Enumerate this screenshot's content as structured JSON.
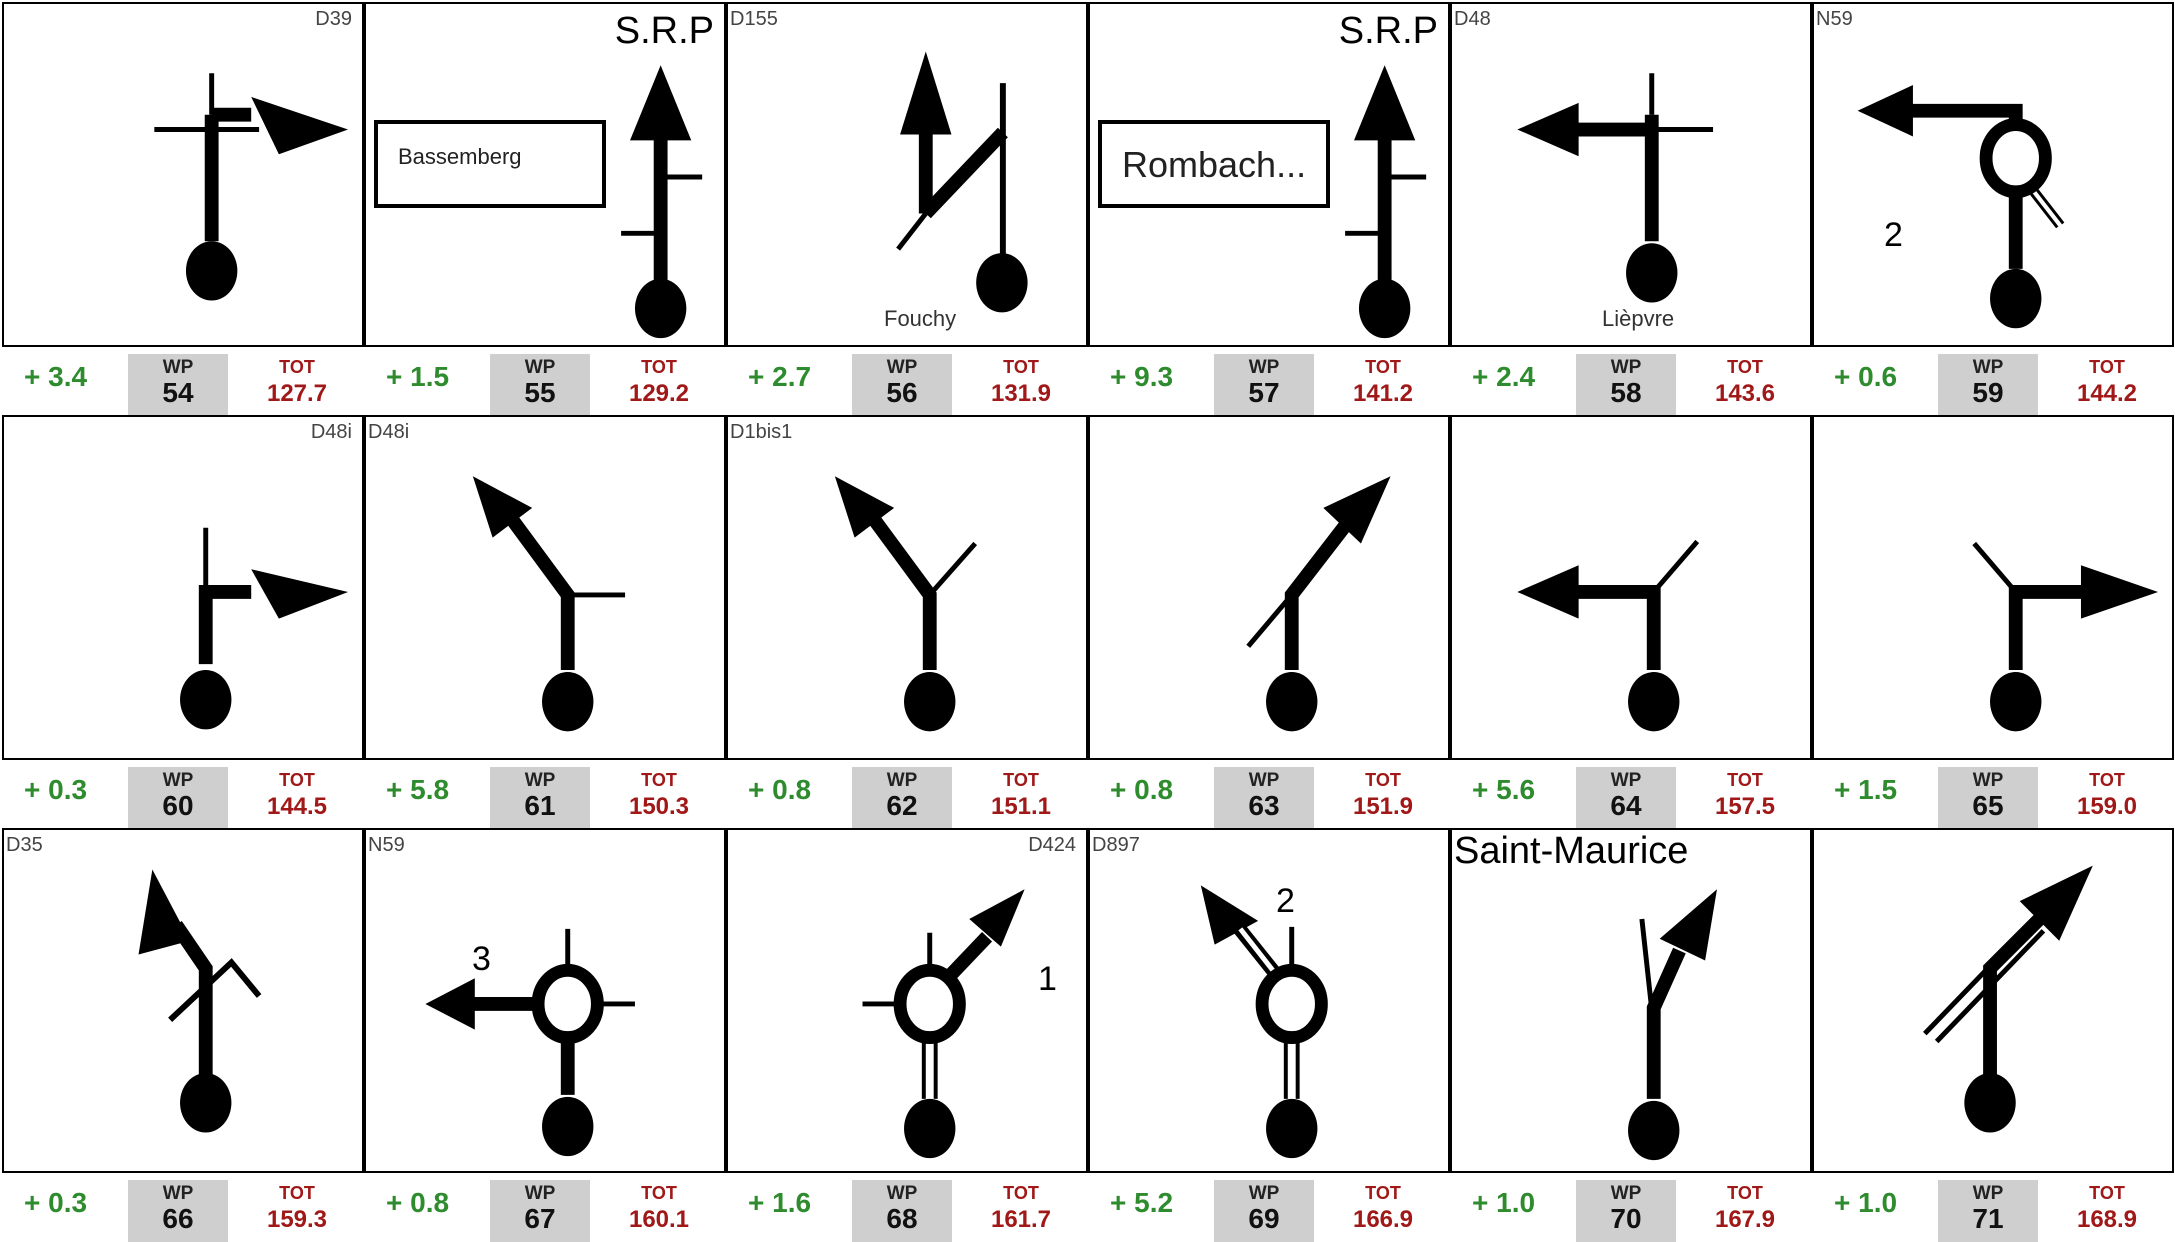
{
  "labels": {
    "wp": "WP",
    "tot": "TOT"
  },
  "colors": {
    "distance": "#2e8b2e",
    "total": "#a01818",
    "wp_box": "#cfcfcf"
  },
  "waypoints": [
    {
      "road": "D39",
      "road_side": "right",
      "dist": "+ 3.4",
      "wp": "54",
      "tot": "127.7",
      "icon": "right-turn-cross-icon"
    },
    {
      "srp": "S.R.P",
      "sign": "Bassemberg",
      "sign_size": "22px",
      "dist": "+ 1.5",
      "wp": "55",
      "tot": "129.2",
      "icon": "straight-srp-icon"
    },
    {
      "road": "D155",
      "road_side": "left",
      "place": "Fouchy",
      "dist": "+ 2.7",
      "wp": "56",
      "tot": "131.9",
      "icon": "zigzag-straight-icon"
    },
    {
      "srp": "S.R.P",
      "sign": "Rombach...",
      "sign_size": "36px",
      "dist": "+ 9.3",
      "wp": "57",
      "tot": "141.2",
      "icon": "straight-srp-icon"
    },
    {
      "road": "D48",
      "road_side": "left",
      "place": "Lièpvre",
      "dist": "+ 2.4",
      "wp": "58",
      "tot": "143.6",
      "icon": "left-turn-cross-icon"
    },
    {
      "road": "N59",
      "road_side": "left",
      "exit": "2",
      "dist": "+ 0.6",
      "wp": "59",
      "tot": "144.2",
      "icon": "roundabout-left-icon"
    },
    {
      "road": "D48i",
      "road_side": "right",
      "dist": "+ 0.3",
      "wp": "60",
      "tot": "144.5",
      "icon": "right-turn-icon"
    },
    {
      "road": "D48i",
      "road_side": "left",
      "dist": "+ 5.8",
      "wp": "61",
      "tot": "150.3",
      "icon": "bear-left-icon"
    },
    {
      "road": "D1bis1",
      "road_side": "left",
      "dist": "+ 0.8",
      "wp": "62",
      "tot": "151.1",
      "icon": "fork-left-icon"
    },
    {
      "road": "",
      "road_side": "left",
      "dist": "+ 0.8",
      "wp": "63",
      "tot": "151.9",
      "icon": "bear-right-icon"
    },
    {
      "road": "",
      "road_side": "left",
      "dist": "+ 5.6",
      "wp": "64",
      "tot": "157.5",
      "icon": "left-turn-fork-icon"
    },
    {
      "road": "",
      "road_side": "left",
      "dist": "+ 1.5",
      "wp": "65",
      "tot": "159.0",
      "icon": "right-turn-fork-icon"
    },
    {
      "road": "D35",
      "road_side": "left",
      "dist": "+ 0.3",
      "wp": "66",
      "tot": "159.3",
      "icon": "keep-left-icon"
    },
    {
      "road": "N59",
      "road_side": "left",
      "exit": "3",
      "dist": "+ 0.8",
      "wp": "67",
      "tot": "160.1",
      "icon": "roundabout-third-exit-icon"
    },
    {
      "road": "D424",
      "road_side": "right",
      "exit": "1",
      "dist": "+ 1.6",
      "wp": "68",
      "tot": "161.7",
      "icon": "roundabout-first-exit-icon"
    },
    {
      "road": "D897",
      "road_side": "left",
      "exit": "2",
      "dist": "+ 5.2",
      "wp": "69",
      "tot": "166.9",
      "icon": "roundabout-second-exit-icon"
    },
    {
      "title": "Saint-Maurice",
      "dist": "+ 1.0",
      "wp": "70",
      "tot": "167.9",
      "icon": "bear-right-branch-icon"
    },
    {
      "road": "",
      "road_side": "left",
      "dist": "+ 1.0",
      "wp": "71",
      "tot": "168.9",
      "icon": "dual-bear-right-icon"
    }
  ]
}
